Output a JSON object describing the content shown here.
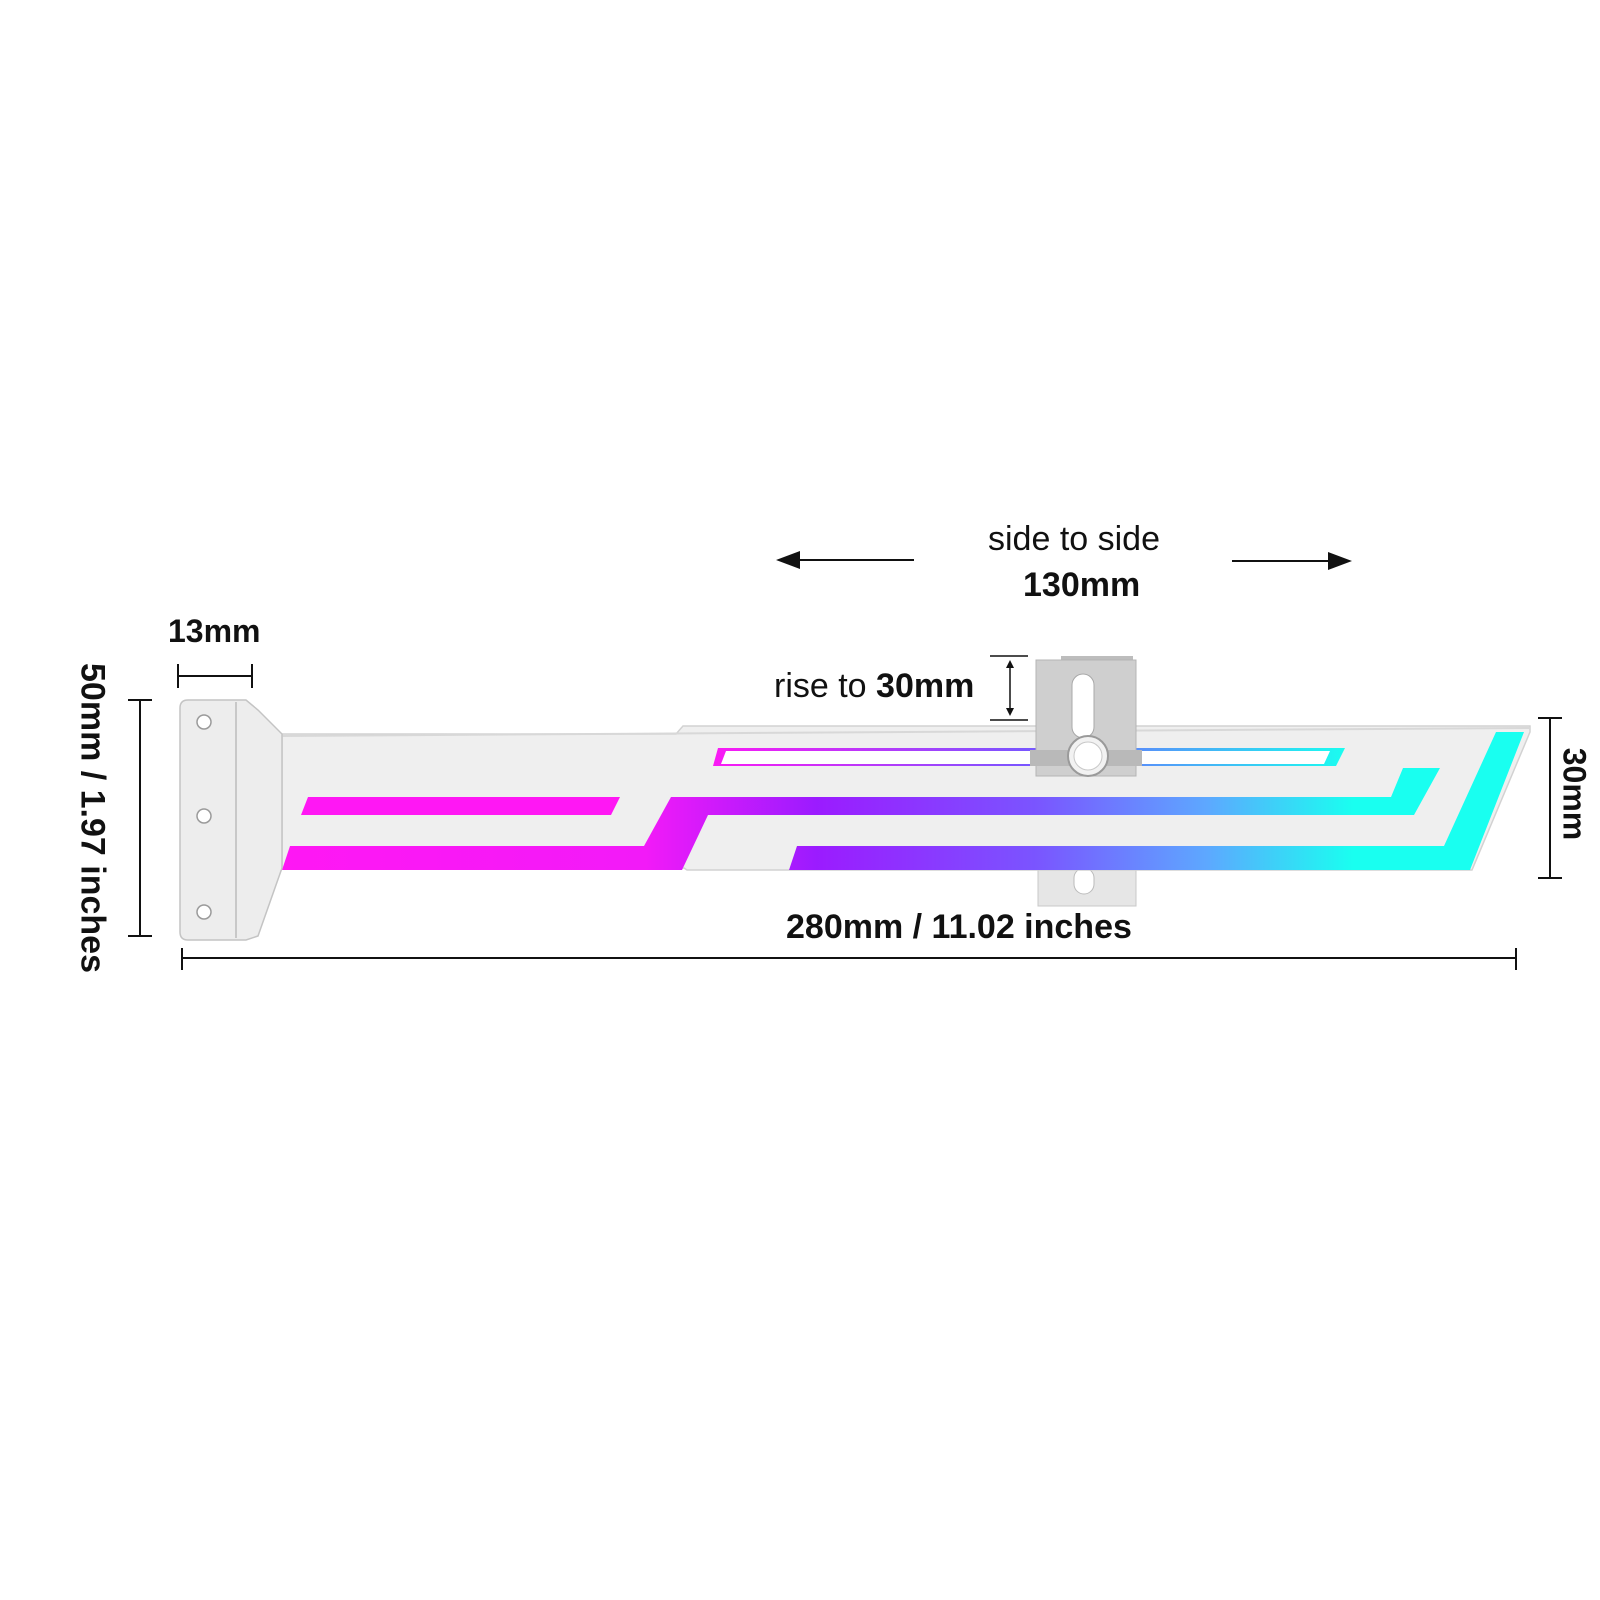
{
  "labels": {
    "side_to_side_text": "side to side",
    "side_to_side_value": "130mm",
    "rise_prefix": "rise to ",
    "rise_value": "30mm",
    "tab_width": "13mm",
    "height_left": "50mm / 1.97 inches",
    "height_right": "30mm",
    "total_length": "280mm / 11.02 inches"
  },
  "colors": {
    "background": "#ffffff",
    "bracket": "#efefef",
    "bracket_edge": "#d2d2d2",
    "slider": "#cfcfcf",
    "magenta": "#ff17f4",
    "violet": "#9b1bff",
    "blue": "#5da8ff",
    "cyan": "#19fff0",
    "line": "#111111"
  },
  "icons": [
    "left-arrow-icon",
    "right-arrow-icon",
    "thumb-screw-icon",
    "double-arrow-icon"
  ]
}
